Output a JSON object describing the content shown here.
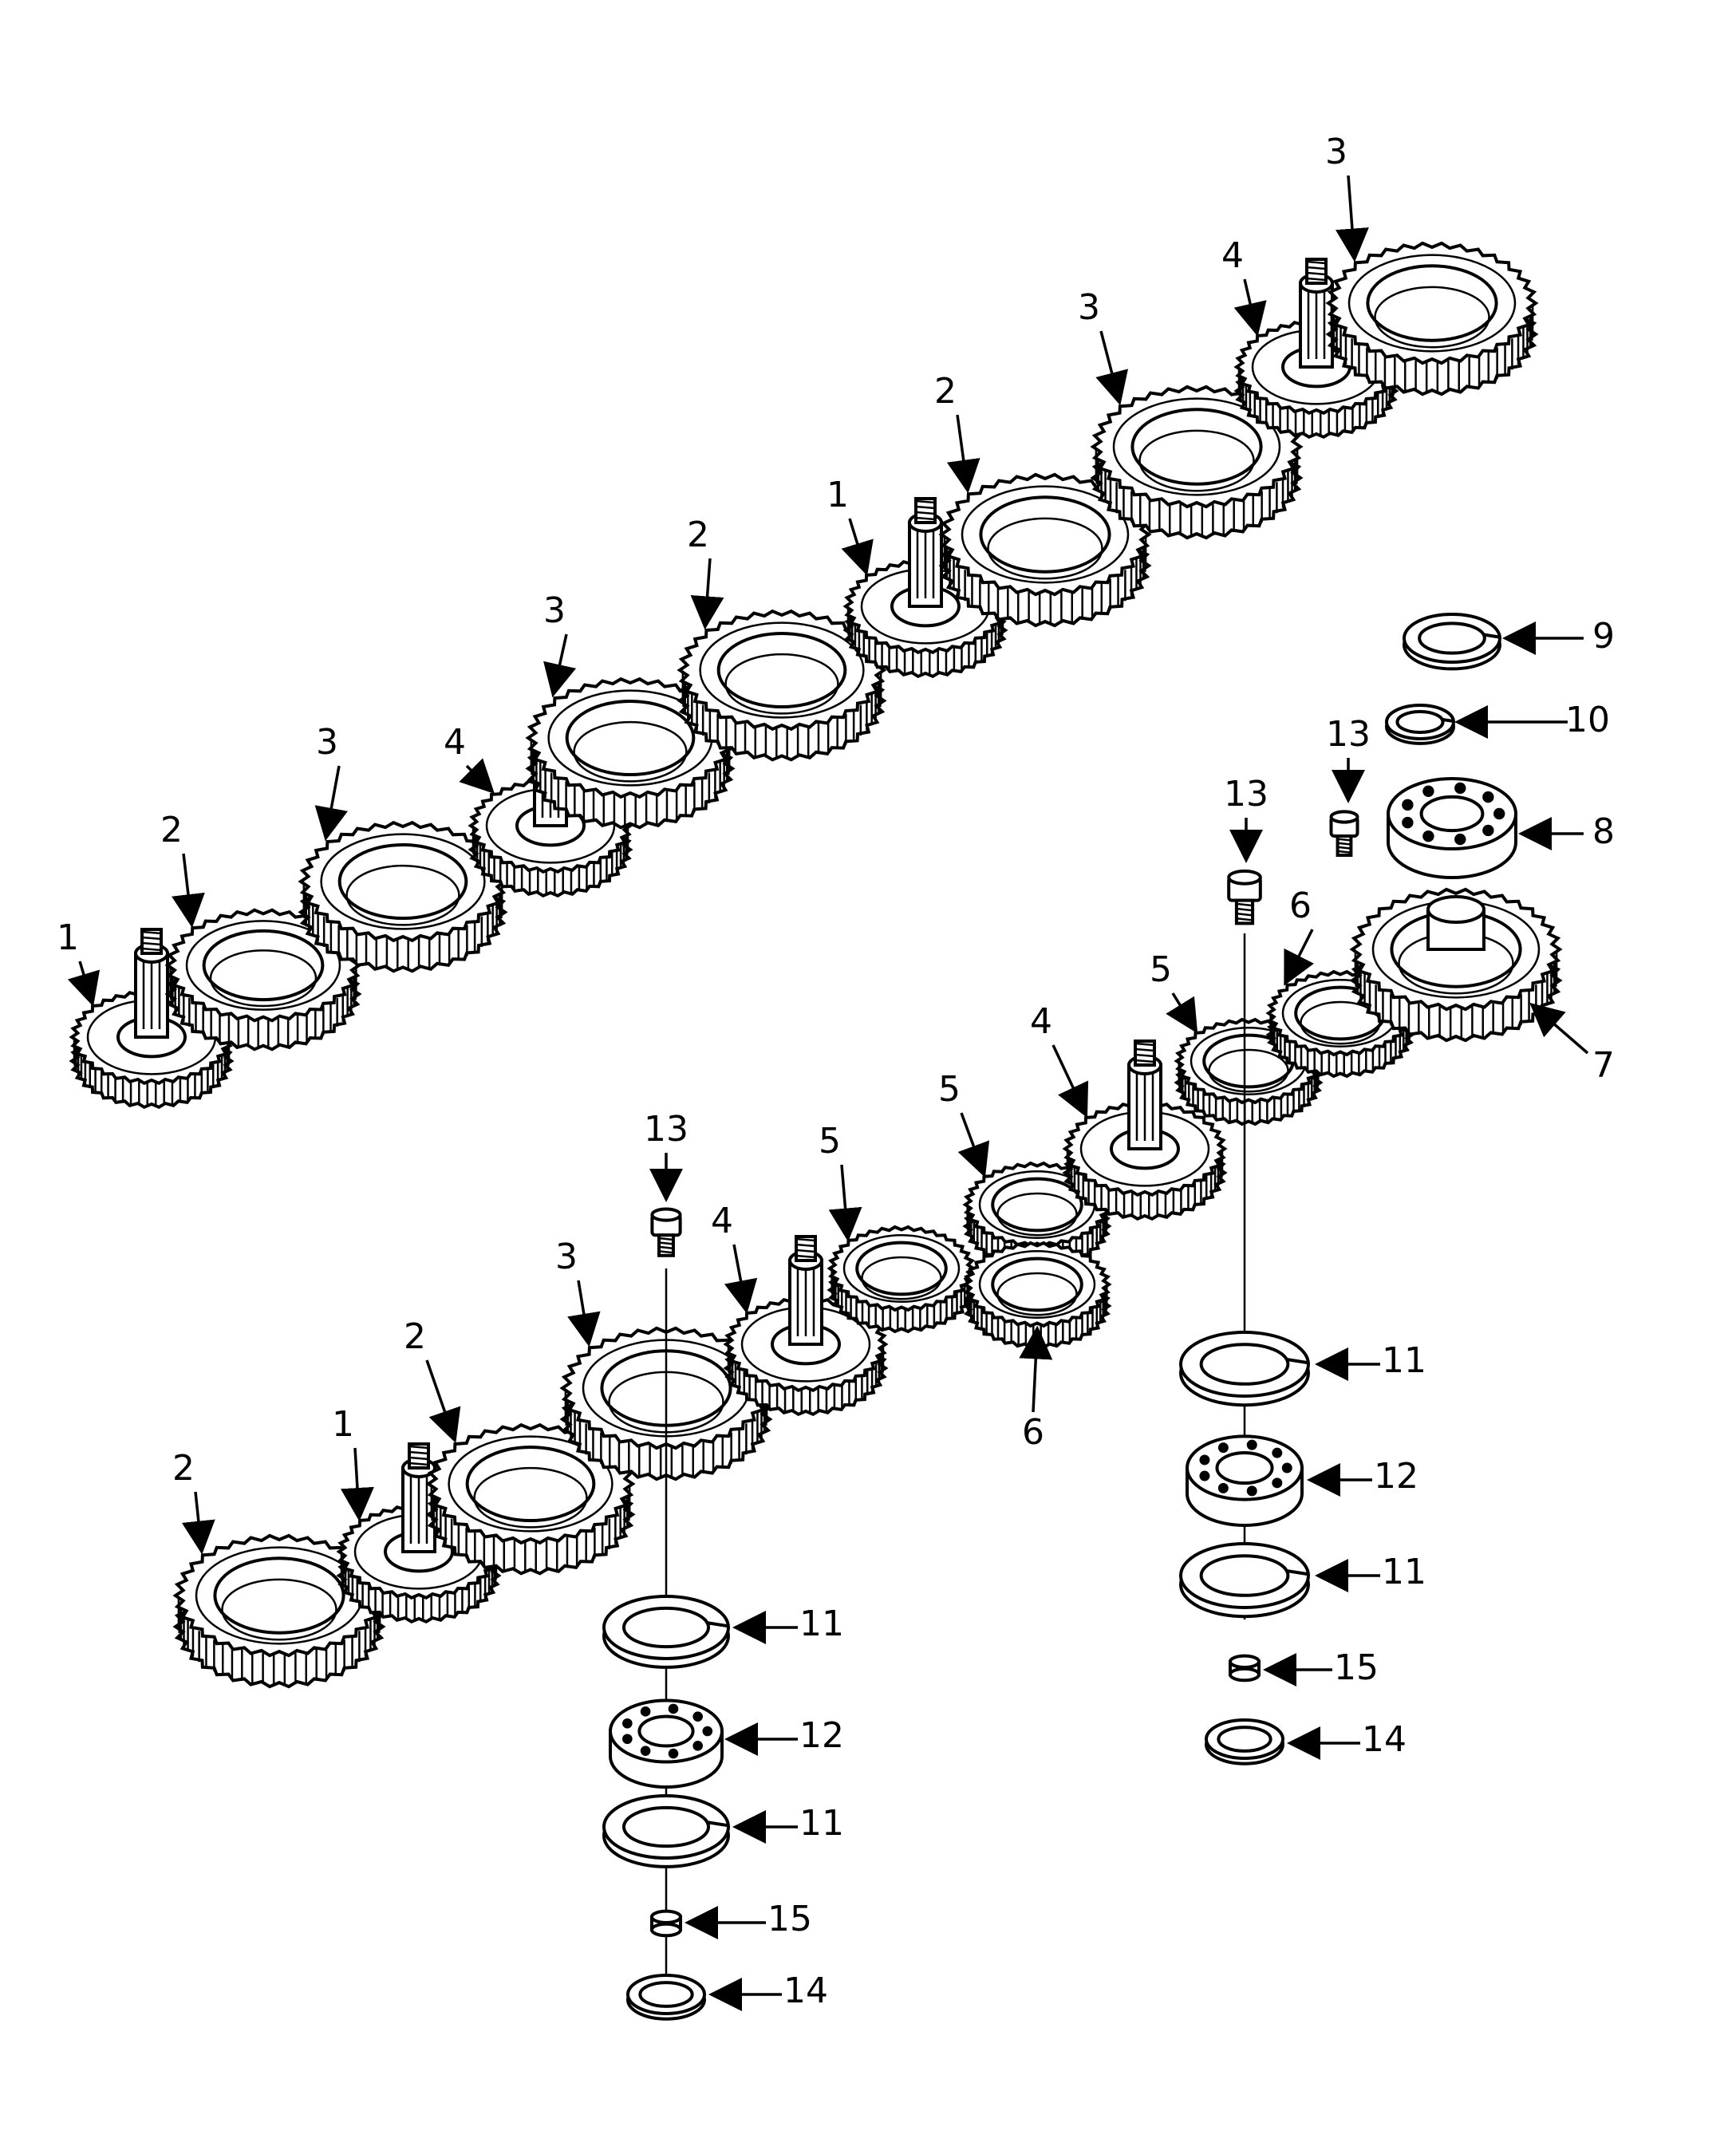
{
  "diagram": {
    "upper_train_labels": [
      "1",
      "2",
      "3",
      "4",
      "3",
      "2",
      "1",
      "2",
      "3",
      "4",
      "3"
    ],
    "lower_train_labels": [
      "2",
      "1",
      "2",
      "3",
      "4",
      "5",
      "5",
      "6",
      "4",
      "5",
      "6",
      "7"
    ],
    "right_stack_labels": [
      "9",
      "10",
      "8",
      "13"
    ],
    "screw_labels": [
      "13",
      "13",
      "13"
    ],
    "bearing_stack_labels_left": [
      "11",
      "12",
      "11",
      "15",
      "14"
    ],
    "bearing_stack_labels_right": [
      "11",
      "12",
      "11",
      "15",
      "14"
    ]
  },
  "colors": {
    "ink": "#000000",
    "paper": "#ffffff"
  },
  "icons": {
    "gear": "spur-gear-icon",
    "bearing": "ball-bearing-icon",
    "screw": "cap-screw-icon",
    "ring": "snap-ring-icon"
  }
}
